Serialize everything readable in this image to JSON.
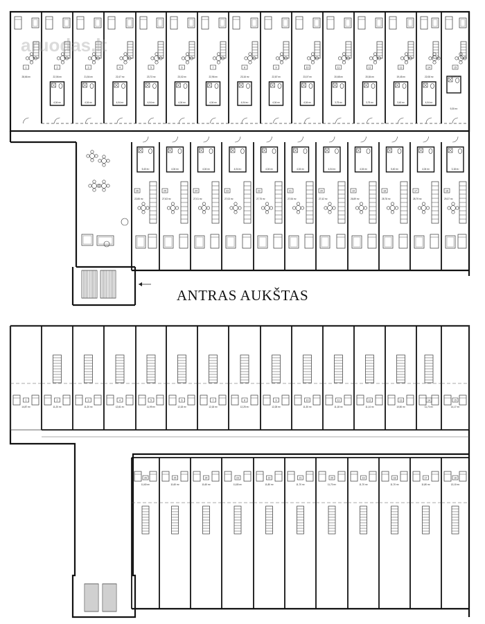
{
  "title": "ANTRAS AUKŠTAS",
  "watermark": "aruodas.lt",
  "colors": {
    "wall": "#111111",
    "line": "#333333",
    "thin": "#777777",
    "paper": "#ffffff"
  },
  "upper_top_row": [
    {
      "num": "1",
      "area": "28,66 m²"
    },
    {
      "num": "2",
      "area": "22,06 m²"
    },
    {
      "num": "3",
      "area": "21,54 m²"
    },
    {
      "num": "4",
      "area": "22,47 m²"
    },
    {
      "num": "5",
      "area": "23,73 m²"
    },
    {
      "num": "6",
      "area": "23,02 m²"
    },
    {
      "num": "7",
      "area": "22,96 m²"
    },
    {
      "num": "8",
      "area": "23,16 m²"
    },
    {
      "num": "9",
      "area": "22,87 m²"
    },
    {
      "num": "10",
      "area": "23,07 m²"
    },
    {
      "num": "11",
      "area": "20,68 m²"
    },
    {
      "num": "12",
      "area": "20,84 m²"
    },
    {
      "num": "13",
      "area": "19,45 m²"
    },
    {
      "num": "14",
      "area": "22,08 m²"
    },
    {
      "num": "15",
      "area": "16,33 m²"
    }
  ],
  "upper_bath_areas": [
    "4,04 m²",
    "4,04 m²",
    "4,04 m²",
    "4,04 m²",
    "4,04 m²",
    "4,04 m²",
    "4,04 m²",
    "4,04 m²",
    "4,04 m²",
    "3,75 m²",
    "3,75 m²",
    "3,40 m²",
    "4,04 m²",
    "9,30 m²"
  ],
  "upper_bottom_row": [
    {
      "num": "26",
      "area": "22,85 m²"
    },
    {
      "num": "25",
      "area": "27,63 m²"
    },
    {
      "num": "24",
      "area": "27,01 m²"
    },
    {
      "num": "23",
      "area": "27,03 m²"
    },
    {
      "num": "22",
      "area": "27,75 m²"
    },
    {
      "num": "21",
      "area": "27,06 m²"
    },
    {
      "num": "20",
      "area": "27,42 m²"
    },
    {
      "num": "19",
      "area": "26,89 m²"
    },
    {
      "num": "18",
      "area": "28,78 m²"
    },
    {
      "num": "17",
      "area": "28,79 m²"
    },
    {
      "num": "16",
      "area": "29,37 m²"
    }
  ],
  "upper_bottom_bath_areas": [
    "5,40 m²",
    "4,04 m²",
    "4,04 m²",
    "4,04 m²",
    "4,04 m²",
    "4,04 m²",
    "4,04 m²",
    "4,04 m²",
    "5,40 m²",
    "4,04 m²",
    "3,18 m²"
  ],
  "lower_top_row": [
    {
      "num": "1",
      "area": "14,87 m²"
    },
    {
      "num": "2",
      "area": "11,20 m²"
    },
    {
      "num": "3",
      "area": "11,20 m²"
    },
    {
      "num": "4",
      "area": "12,61 m²"
    },
    {
      "num": "5",
      "area": "11,99 m²"
    },
    {
      "num": "6",
      "area": "12,18 m²"
    },
    {
      "num": "7",
      "area": "12,18 m²"
    },
    {
      "num": "8",
      "area": "12,25 m²"
    },
    {
      "num": "9",
      "area": "12,28 m²"
    },
    {
      "num": "10",
      "area": "11,30 m²"
    },
    {
      "num": "11",
      "area": "11,18 m²"
    },
    {
      "num": "12",
      "area": "11,14 m²"
    },
    {
      "num": "13",
      "area": "10,50 m²"
    },
    {
      "num": "14",
      "area": "11,70 m²"
    },
    {
      "num": "15",
      "area": "14,17 m²"
    }
  ],
  "lower_bottom_row": [
    {
      "num": "26",
      "area": "11,60 m²"
    },
    {
      "num": "25",
      "area": "11,60 m²"
    },
    {
      "num": "24",
      "area": "11,60 m²"
    },
    {
      "num": "23",
      "area": "11,80 m²"
    },
    {
      "num": "22",
      "area": "11,80 m²"
    },
    {
      "num": "21",
      "area": "11,70 m²"
    },
    {
      "num": "20",
      "area": "11,70 m²"
    },
    {
      "num": "19",
      "area": "11,70 m²"
    },
    {
      "num": "18",
      "area": "11,70 m²"
    },
    {
      "num": "17",
      "area": "11,80 m²"
    },
    {
      "num": "16",
      "area": "13,10 m²"
    }
  ]
}
